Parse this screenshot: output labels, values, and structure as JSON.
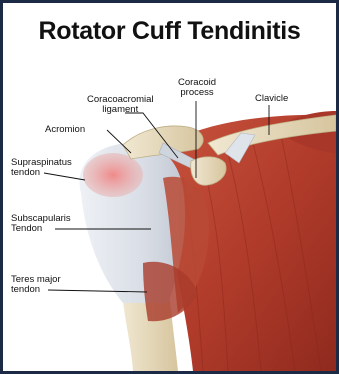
{
  "title": "Rotator Cuff Tendinitis",
  "labels": {
    "coracoacromial_ligament": {
      "line1": "Coracoacromial",
      "line2": "ligament"
    },
    "coracoid_process": {
      "line1": "Coracoid",
      "line2": "process"
    },
    "clavicle": "Clavicle",
    "acromion": "Acromion",
    "supraspinatus_tendon": {
      "line1": "Supraspinatus",
      "line2": "tendon"
    },
    "subscapularis_tendon": {
      "line1": "Subscapularis",
      "line2": "Tendon"
    },
    "teres_major_tendon": {
      "line1": "Teres major",
      "line2": "tendon"
    }
  },
  "colors": {
    "frame": "#1d2a45",
    "muscle": "#b5402f",
    "tendon": "#dfe3ea",
    "bone": "#e8dcc0",
    "inflamed": "#e89a9a"
  }
}
